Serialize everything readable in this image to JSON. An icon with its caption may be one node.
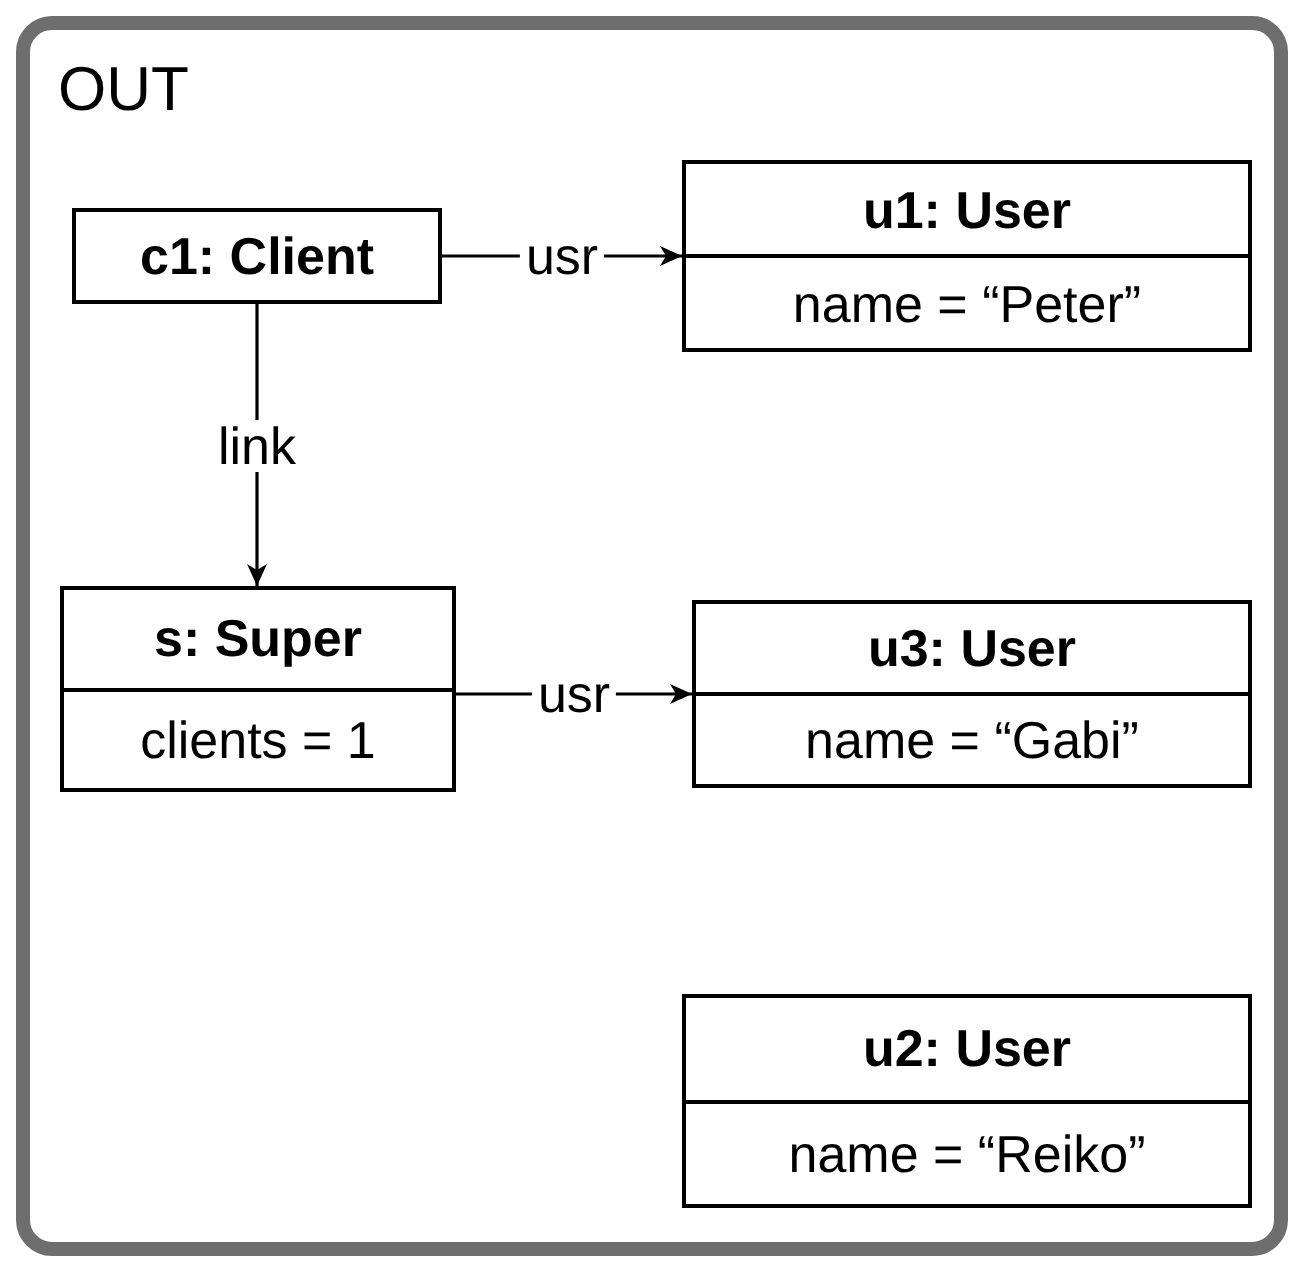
{
  "diagram": {
    "nodes": [
      {
        "text": [
          "OUT"
        ]
      },
      {
        "text": [
          "c1: Client"
        ],
        "in": 0
      },
      {
        "text": [
          "u1: User",
          "name = “Peter”"
        ],
        "in": 0
      },
      {
        "text": [
          "s: Super",
          "clients = 1"
        ],
        "in": 0
      },
      {
        "text": [
          "u3: User",
          "name = “Gabi”"
        ],
        "in": 0
      },
      {
        "text": [
          "u2: User",
          "name = “Reiko”"
        ],
        "in": 0
      }
    ],
    "edges": [
      {
        "from": 1,
        "to": 2,
        "arrow": "to",
        "label": "usr"
      },
      {
        "from": 1,
        "to": 3,
        "arrow": "to",
        "label": "link"
      },
      {
        "from": 3,
        "to": 4,
        "arrow": "to",
        "label": "usr"
      }
    ]
  }
}
